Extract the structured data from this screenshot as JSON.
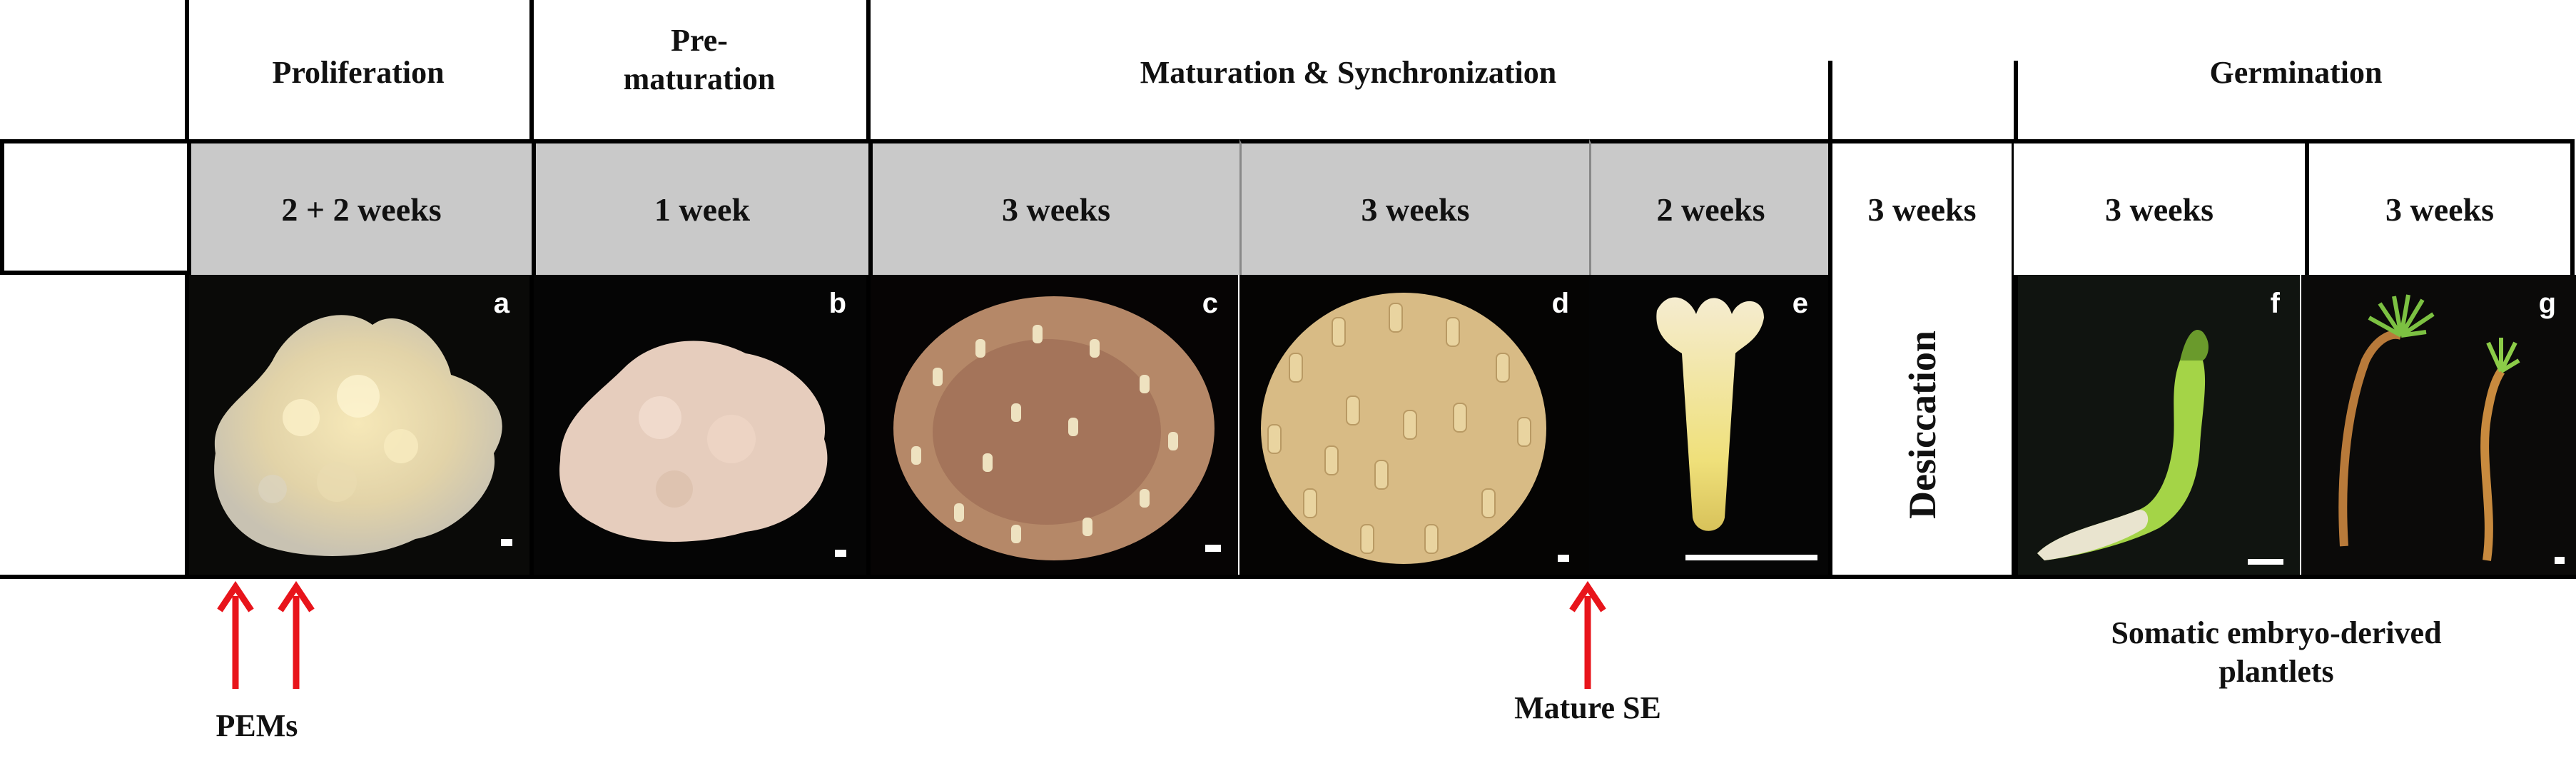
{
  "stages": {
    "proliferation": "Proliferation",
    "prematuration_line1": "Pre-",
    "prematuration_line2": "maturation",
    "maturation": "Maturation & Synchronization",
    "germination": "Germination"
  },
  "durations": [
    "2 + 2 weeks",
    "1 week",
    "3 weeks",
    "3 weeks",
    "2 weeks",
    "3 weeks",
    "3 weeks",
    "3 weeks"
  ],
  "panels": [
    "a",
    "b",
    "c",
    "d",
    "e",
    "f",
    "g"
  ],
  "desiccation_label": "Desiccation",
  "annotations": {
    "pems": "PEMs",
    "mature_se": "Mature SE",
    "plantlets_line1": "Somatic embryo-derived",
    "plantlets_line2": "plantlets"
  },
  "colors": {
    "duration_cell_grey": "#c9c9c9",
    "arrow": "#e8141b",
    "photo_background": "#050505"
  }
}
